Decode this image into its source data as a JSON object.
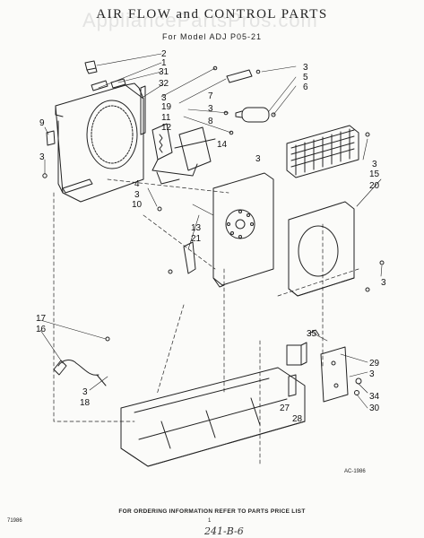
{
  "document": {
    "title": "AIR FLOW and CONTROL PARTS",
    "subtitle": "For Model ADJ P05-21",
    "watermark": "AppliancePartsPros.com",
    "code_tag": "AC-1986",
    "footer_note": "FOR ORDERING INFORMATION REFER TO PARTS PRICE LIST",
    "doc_id": "71986",
    "page_number": "1",
    "handwritten_note": "241-B-6"
  },
  "callouts": [
    {
      "id": "c2",
      "label": "2"
    },
    {
      "id": "c1",
      "label": "1"
    },
    {
      "id": "c31",
      "label": "31"
    },
    {
      "id": "c32",
      "label": "32"
    },
    {
      "id": "c3a",
      "label": "3"
    },
    {
      "id": "c7",
      "label": "7"
    },
    {
      "id": "c3b",
      "label": "3"
    },
    {
      "id": "c19",
      "label": "19"
    },
    {
      "id": "c11",
      "label": "11"
    },
    {
      "id": "c12",
      "label": "12"
    },
    {
      "id": "c8",
      "label": "8"
    },
    {
      "id": "c14",
      "label": "14"
    },
    {
      "id": "c3c",
      "label": "3"
    },
    {
      "id": "c5",
      "label": "5"
    },
    {
      "id": "c6",
      "label": "6"
    },
    {
      "id": "c9",
      "label": "9"
    },
    {
      "id": "c3d",
      "label": "3"
    },
    {
      "id": "c4",
      "label": "4"
    },
    {
      "id": "c3e",
      "label": "3"
    },
    {
      "id": "c10",
      "label": "10"
    },
    {
      "id": "c3f",
      "label": "3"
    },
    {
      "id": "c13",
      "label": "13"
    },
    {
      "id": "c21",
      "label": "21"
    },
    {
      "id": "c3g",
      "label": "3"
    },
    {
      "id": "c15",
      "label": "15"
    },
    {
      "id": "c20",
      "label": "20"
    },
    {
      "id": "c3h",
      "label": "3"
    },
    {
      "id": "c17",
      "label": "17"
    },
    {
      "id": "c16",
      "label": "16"
    },
    {
      "id": "c3i",
      "label": "3"
    },
    {
      "id": "c18",
      "label": "18"
    },
    {
      "id": "c35",
      "label": "35"
    },
    {
      "id": "c29",
      "label": "29"
    },
    {
      "id": "c3j",
      "label": "3"
    },
    {
      "id": "c34",
      "label": "34"
    },
    {
      "id": "c30",
      "label": "30"
    },
    {
      "id": "c27",
      "label": "27"
    },
    {
      "id": "c28",
      "label": "28"
    }
  ]
}
